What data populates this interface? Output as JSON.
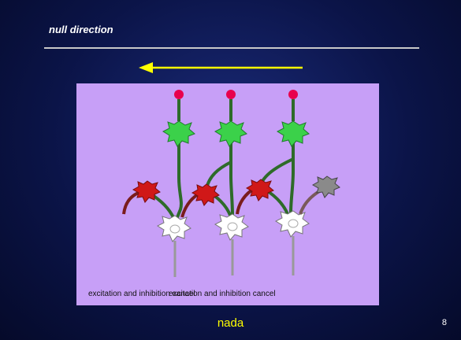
{
  "slide": {
    "title": "null direction",
    "footer": "nada",
    "page_number": "8"
  },
  "diagram": {
    "arrow_color": "#ffff00",
    "panel_color": "#c79ff7",
    "caption_1": "excitation and inhibition cancel",
    "caption_2": "excitation and inhibition cancel",
    "columns": [
      {
        "top_dot": "#e8004d",
        "receptor": "#3bd14a",
        "interneuron": "#d01818",
        "ganglion": "#ffffff"
      },
      {
        "top_dot": "#e8004d",
        "receptor": "#3bd14a",
        "interneuron": "#d01818",
        "ganglion": "#ffffff"
      },
      {
        "top_dot": "#e8004d",
        "receptor": "#3bd14a",
        "interneuron": "#d01818",
        "ganglion": "#ffffff"
      },
      {
        "interneuron_extra": "#8a8a8a"
      }
    ]
  }
}
